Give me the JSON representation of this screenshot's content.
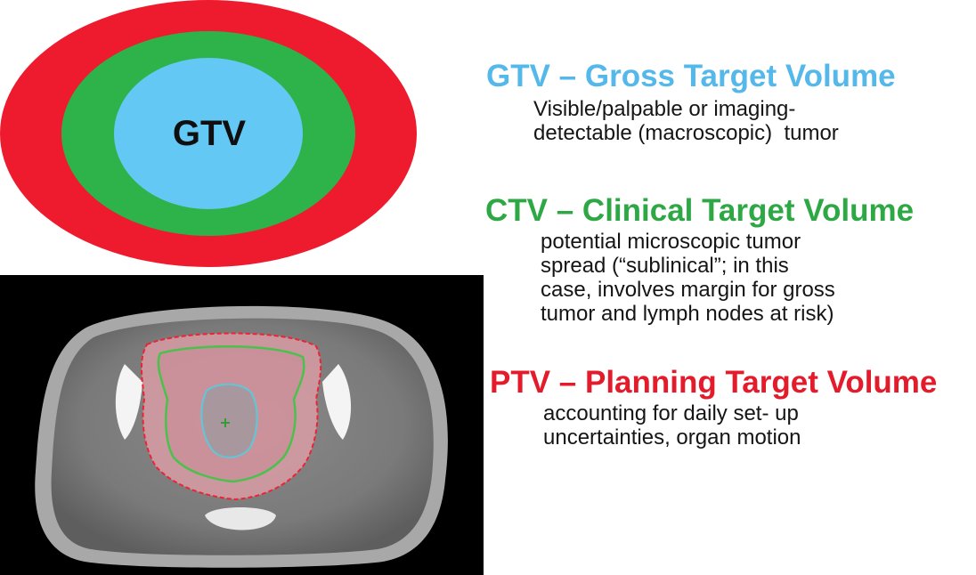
{
  "diagram": {
    "center_label": "GTV",
    "colors": {
      "ptv": "#ee1b2e",
      "ctv": "#2db34a",
      "gtv": "#64c8f4"
    }
  },
  "legend": {
    "gtv": {
      "title": "GTV – Gross Target Volume",
      "description": "Visible/palpable or imaging-\ndetectable (macroscopic)  tumor",
      "color": "#55b8ea"
    },
    "ctv": {
      "title": "CTV – Clinical Target Volume",
      "description": "potential microscopic tumor\nspread (“sublinical”; in this\ncase, involves margin for gross\ntumor and lymph nodes at risk)",
      "color": "#2ea844"
    },
    "ptv": {
      "title": "PTV – Planning Target Volume",
      "description": "accounting for daily set- up\nuncertainties, organ motion",
      "color": "#e31b2b"
    }
  }
}
